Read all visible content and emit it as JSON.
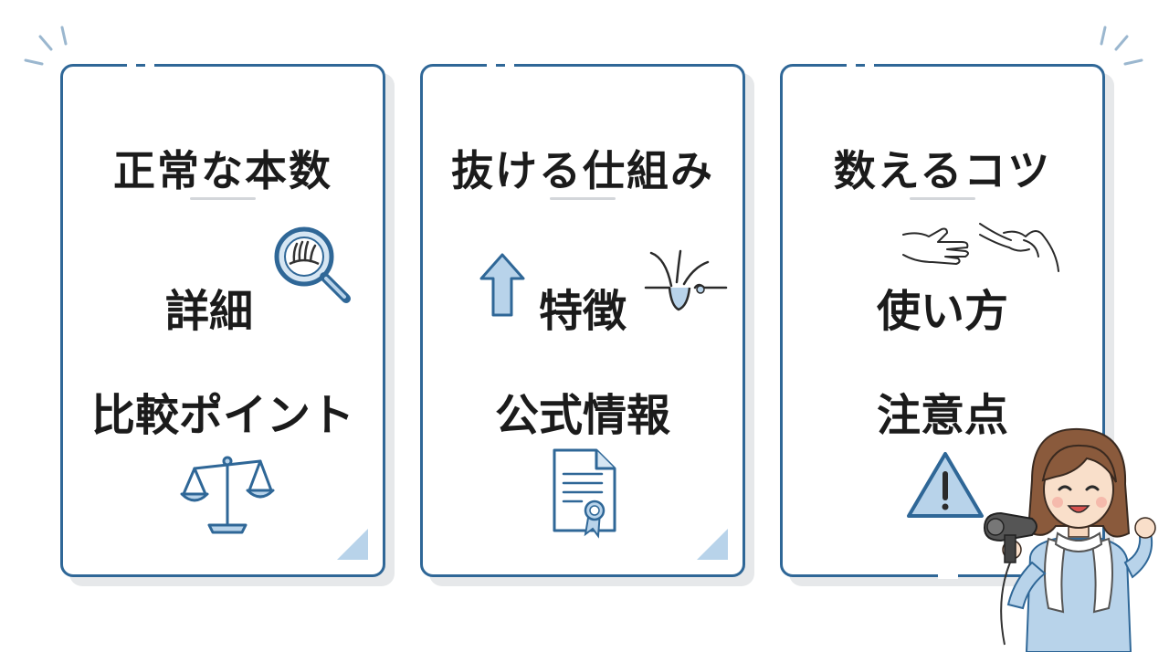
{
  "cards": [
    {
      "title": "正常な本数",
      "items": [
        "詳細",
        "比較ポイント"
      ]
    },
    {
      "title": "抜ける仕組み",
      "items": [
        "特徴",
        "公式情報"
      ]
    },
    {
      "title": "数えるコツ",
      "items": [
        "使い方",
        "注意点"
      ]
    }
  ],
  "colors": {
    "border": "#2f6797",
    "accent_light": "#b8d3ea",
    "text": "#1b1b1b",
    "shadow": "#e6e8ea"
  },
  "icons": [
    "magnifier-hair-icon",
    "scale-icon",
    "arrow-up-icon",
    "hair-follicle-icon",
    "certificate-icon",
    "hands-icon",
    "warning-icon"
  ]
}
